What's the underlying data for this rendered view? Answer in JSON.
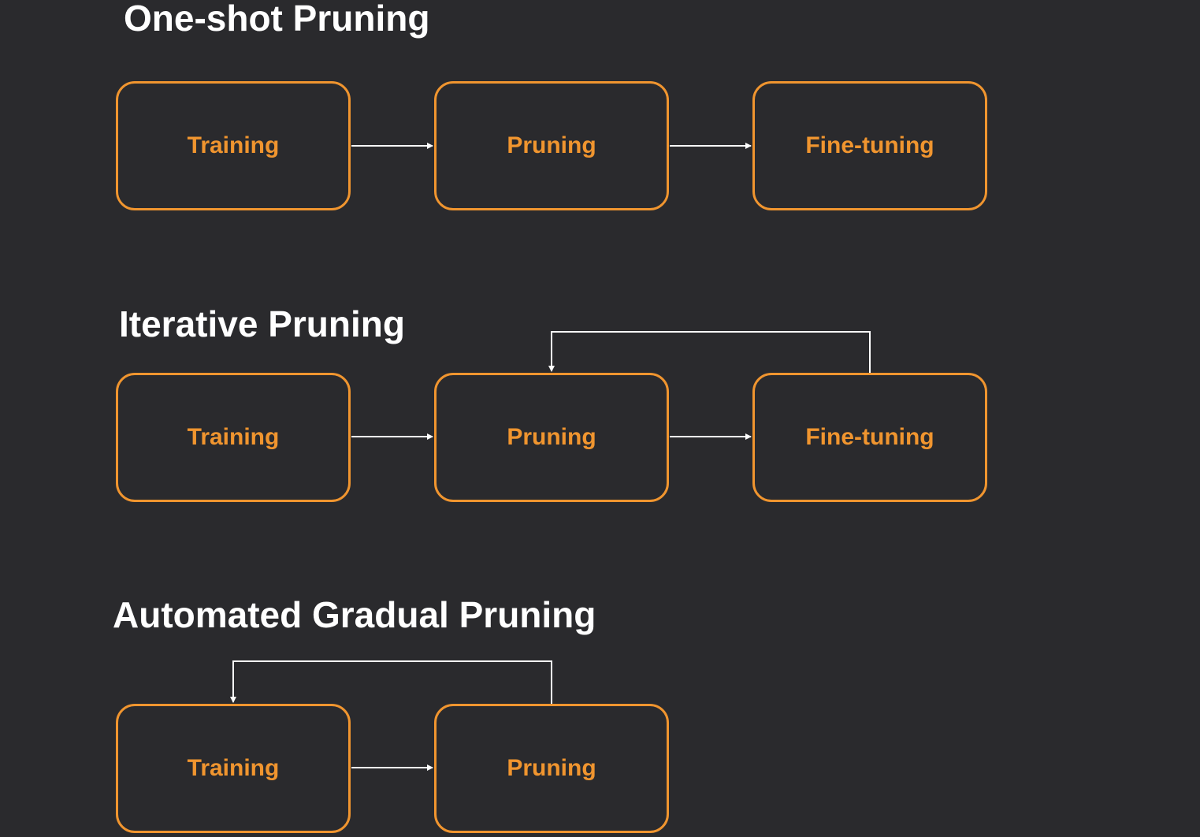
{
  "sections": [
    {
      "title": "One-shot Pruning",
      "steps": [
        "Training",
        "Pruning",
        "Fine-tuning"
      ]
    },
    {
      "title": "Iterative Pruning",
      "steps": [
        "Training",
        "Pruning",
        "Fine-tuning"
      ]
    },
    {
      "title": "Automated Gradual Pruning",
      "steps": [
        "Training",
        "Pruning"
      ]
    }
  ],
  "colors": {
    "background": "#2a2a2d",
    "accent": "#f0952f",
    "text": "#ffffff",
    "connector": "#ffffff"
  }
}
